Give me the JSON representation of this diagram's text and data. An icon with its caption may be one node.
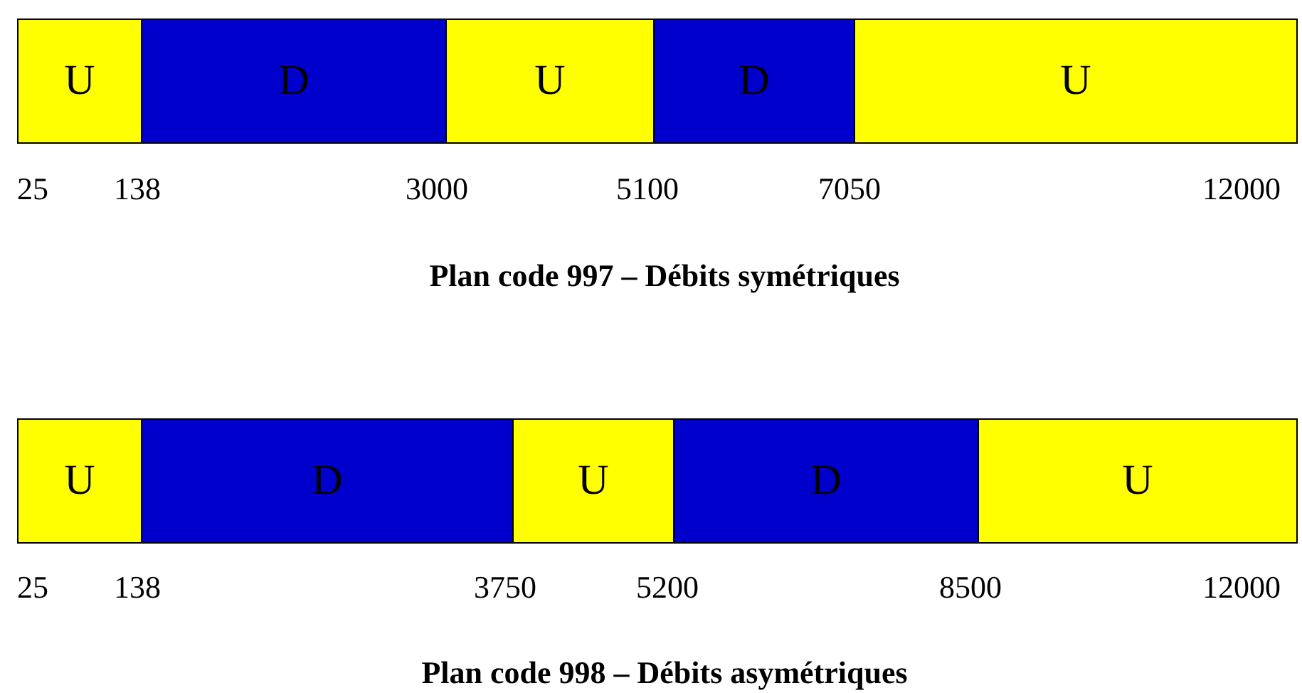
{
  "diagram": {
    "nodes": [
      {
        "text": [
          "U"
        ]
      },
      {
        "text": [
          "D"
        ]
      },
      {
        "text": [
          "U"
        ]
      },
      {
        "text": [
          "D"
        ]
      },
      {
        "text": [
          "U"
        ]
      },
      {
        "text": [
          "U"
        ]
      },
      {
        "text": [
          "D"
        ]
      },
      {
        "text": [
          "U"
        ]
      },
      {
        "text": [
          "D"
        ]
      },
      {
        "text": [
          "U"
        ]
      }
    ],
    "labels": [
      "25",
      "138",
      "3000",
      "5100",
      "7050",
      "12000",
      "Plan code 997 – Débits symétriques",
      "25",
      "138",
      "3750",
      "5200",
      "8500",
      "12000",
      "Plan code 998 – Débits asymétriques"
    ]
  }
}
